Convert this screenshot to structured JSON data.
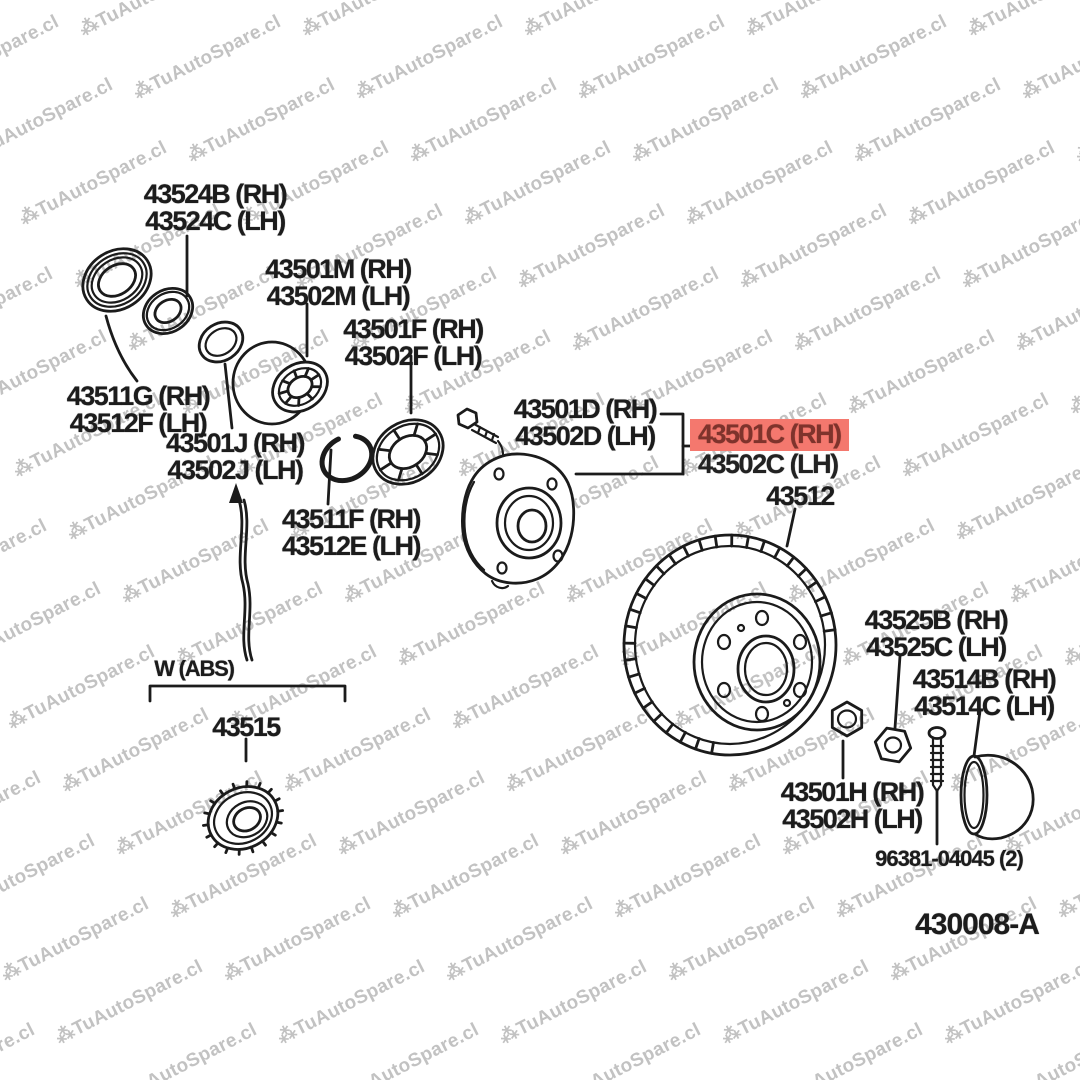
{
  "page": {
    "background": "#ffffff"
  },
  "watermark": {
    "prefix": "⁂",
    "text": "TuAutoSpare.cl",
    "color": "#9b9b9b"
  },
  "diagram": {
    "figure_code": "430008-A",
    "highlight": {
      "bg": "#f4786e",
      "text_color": "#7e332c",
      "applies_to": "43501C (RH)"
    },
    "labels": [
      {
        "id": "43524",
        "line1": "43524B (RH)",
        "line2": "43524C (LH)"
      },
      {
        "id": "43501M",
        "line1": "43501M (RH)",
        "line2": "43502M (LH)"
      },
      {
        "id": "43501F",
        "line1": "43501F (RH)",
        "line2": "43502F (LH)"
      },
      {
        "id": "43511G",
        "line1": "43511G (RH)",
        "line2": "43512F (LH)"
      },
      {
        "id": "43501J",
        "line1": "43501J (RH)",
        "line2": "43502J (LH)"
      },
      {
        "id": "43511F",
        "line1": "43511F (RH)",
        "line2": "43512E (LH)"
      },
      {
        "id": "43501D",
        "line1": "43501D (RH)",
        "line2": "43502D (LH)"
      },
      {
        "id": "43501C",
        "line1": "43501C (RH)",
        "line2": "43502C (LH)",
        "highlighted": true
      },
      {
        "id": "43512",
        "line1": "43512"
      },
      {
        "id": "43525",
        "line1": "43525B (RH)",
        "line2": "43525C (LH)"
      },
      {
        "id": "43514",
        "line1": "43514B (RH)",
        "line2": "43514C (LH)"
      },
      {
        "id": "43501H",
        "line1": "43501H (RH)",
        "line2": "43502H (LH)"
      },
      {
        "id": "w-abs",
        "line1": "W (ABS)"
      },
      {
        "id": "43515",
        "line1": "43515"
      },
      {
        "id": "96381",
        "line1": "96381-04045 (2)"
      },
      {
        "id": "figure",
        "line1": "430008-A"
      }
    ]
  }
}
